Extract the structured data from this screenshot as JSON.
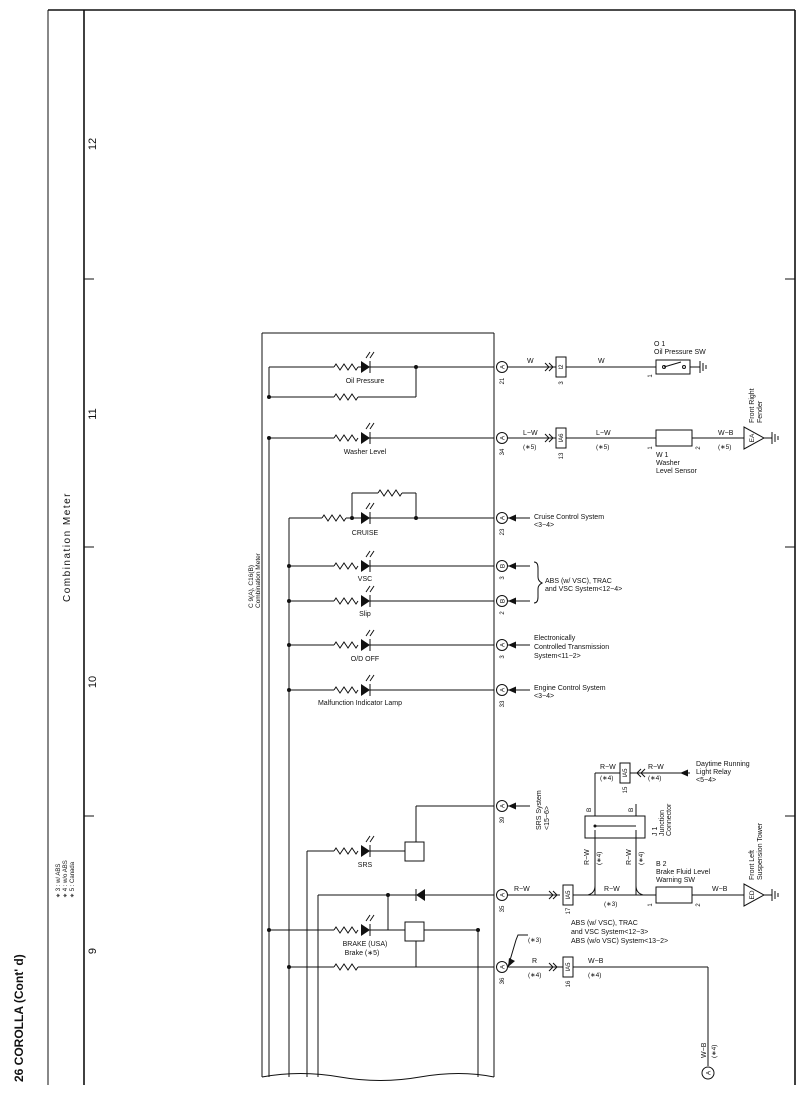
{
  "page": {
    "number_title": "26  COROLLA (Cont' d)",
    "section": "Combination Meter",
    "notes": [
      "∗ 3 : w/ ABS",
      "∗ 4 : w/o ABS",
      "∗ 5 : Canada"
    ]
  },
  "grid_numbers": [
    "12",
    "11",
    "10",
    "9"
  ],
  "meter": {
    "title_line1": "C 9(A), C16(B)",
    "title_line2": "Combination Meter"
  },
  "lamps": {
    "oil_pressure": "Oil Pressure",
    "washer_level": "Washer Level",
    "cruise": "CRUISE",
    "vsc": "VSC",
    "slip": "Slip",
    "od_off": "O/D OFF",
    "mil": "Malfunction Indicator Lamp",
    "srs": "SRS",
    "brake_usa": "BRAKE (USA)",
    "brake_canada": "Brake (∗5)"
  },
  "connectors": {
    "A": "A",
    "B": "B",
    "pins": {
      "p21": "21",
      "p34": "34",
      "p23": "23",
      "p3b": "3",
      "p2b": "2",
      "p3a": "3",
      "p33": "33",
      "p39": "39",
      "p35": "35",
      "p36": "36"
    }
  },
  "junctions": {
    "I2": "I2",
    "IA6": "IA6",
    "IA5a": "IA5",
    "IA5b": "IA5",
    "IA5c": "IA5",
    "pin3": "3",
    "pin13": "13",
    "pin17": "17",
    "pin16": "16",
    "pin15": "15"
  },
  "wires": {
    "w1": "W",
    "w2": "W",
    "lw1": "L−W",
    "lw2": "L−W",
    "wb1": "W−B",
    "c5a": "(∗5)",
    "c5b": "(∗5)",
    "c5c": "(∗5)",
    "rw1": "R−W",
    "rw2": "R−W",
    "c3a": "(∗3)",
    "c3b": "(∗3)",
    "wb2": "W−B",
    "r": "R",
    "c4a": "(∗4)",
    "wb3": "W−B",
    "c4b": "(∗4)",
    "rw3": "R−W",
    "c4c": "(∗4)",
    "rw4": "R−W",
    "c4d": "(∗4)",
    "rw5": "R−W",
    "c4e": "(∗4)",
    "wb4": "W−B",
    "c4f": "(∗4)",
    "c3c": "(∗3)",
    "b1": "B",
    "b2": "B"
  },
  "components": {
    "o1_id": "O 1",
    "o1_name": "Oil Pressure SW",
    "w1_id": "W 1",
    "w1_name1": "Washer",
    "w1_name2": "Level Sensor",
    "b2_id": "B 2",
    "b2_name1": "Brake Fluid Level",
    "b2_name2": "Warning SW",
    "j1_id": "J 1",
    "j1_name1": "Junction",
    "j1_name2": "Connector",
    "pin1a": "1",
    "pin1b": "1",
    "pin1c": "1",
    "pin2a": "2",
    "pin2b": "2"
  },
  "grounds": {
    "ea": "EA",
    "ea_loc1": "Front Right",
    "ea_loc2": "Fender",
    "ed": "ED",
    "ed_loc1": "Front Left",
    "ed_loc2": "Suspension Tower"
  },
  "refs": {
    "cruise1": "Cruise Control System",
    "cruise2": "<3−4>",
    "abs1": "ABS (w/ VSC),  TRAC",
    "abs2": "and VSC System<12−4>",
    "ect1": "Electronically",
    "ect2": "Controlled Transmission",
    "ect3": "System<11−2>",
    "eng1": "Engine Control System",
    "eng2": "<3−4>",
    "drl1": "Daytime Running",
    "drl2": "Light Relay",
    "drl3": "<5−4>",
    "srs1": "SRS System",
    "srs2": "<15−6>",
    "absb1": "ABS (w/ VSC),  TRAC",
    "absb2": "and VSC System<12−3>",
    "absb3": "ABS (w/o VSC) System<13−2>",
    "offpage": "A"
  }
}
